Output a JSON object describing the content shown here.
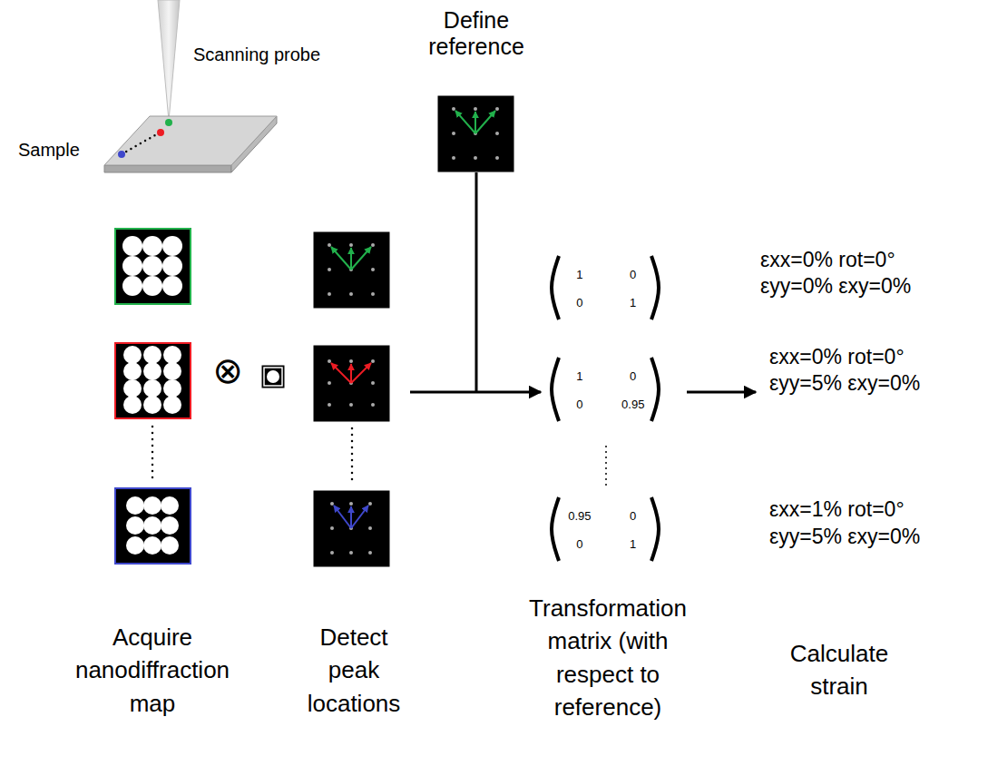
{
  "diagram": {
    "nodes": [
      {
        "text": [
          "1",
          "0",
          "0",
          "1"
        ]
      },
      {
        "text": [
          "1",
          "0",
          "0",
          "0.95"
        ]
      },
      {
        "text": [
          "0.95",
          "0",
          "0",
          "1"
        ]
      }
    ],
    "labels": [
      "Scanning probe",
      "Sample",
      "Define reference",
      "⊗",
      "εxx=0% rot=0°",
      "εyy=0% εxy=0%",
      "εxx=0% rot=0°",
      "εyy=5% εxy=0%",
      "εxx=1% rot=0°",
      "εyy=5% εxy=0%",
      "Acquire nanodiffraction map",
      "Detect peak locations",
      "Transformation matrix (with respect to reference)",
      "Calculate strain"
    ]
  }
}
